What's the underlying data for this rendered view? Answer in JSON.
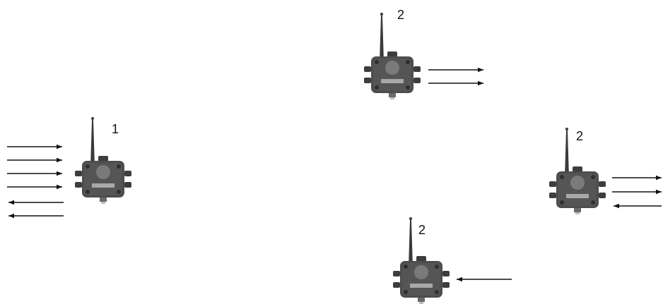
{
  "colors": {
    "background": "#ffffff",
    "arrow": "#111111",
    "device_body": "#4d4d4d",
    "device_dark": "#333333",
    "device_light": "#7a7a7a",
    "device_label_plate": "#a8a8a8"
  },
  "nodes": [
    {
      "id": "gateway",
      "label": "1",
      "icon": "wireless-device-icon",
      "arrows_in": 4,
      "arrows_out": 2
    },
    {
      "id": "node-top",
      "label": "2",
      "icon": "wireless-device-icon",
      "arrows_in": 0,
      "arrows_out": 2
    },
    {
      "id": "node-right",
      "label": "2",
      "icon": "wireless-device-icon",
      "arrows_in": 1,
      "arrows_out": 2
    },
    {
      "id": "node-bottom",
      "label": "2",
      "icon": "wireless-device-icon",
      "arrows_in": 1,
      "arrows_out": 0
    }
  ]
}
